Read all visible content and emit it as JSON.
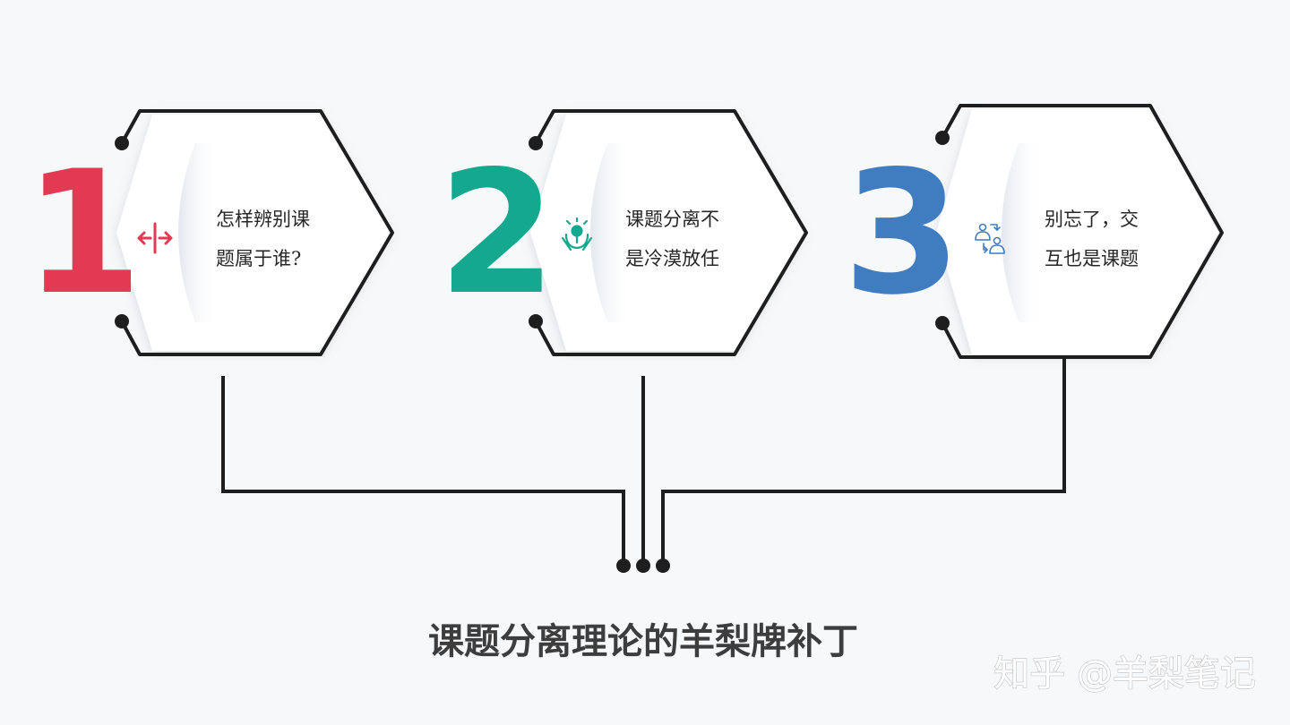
{
  "colors": {
    "background": "#f7f8fa",
    "line": "#1e1e1e",
    "step1": "#e23a52",
    "step2": "#14a88e",
    "step3": "#3f7cc0"
  },
  "steps": [
    {
      "number": "1",
      "icon": "split-arrows-icon",
      "line1": "怎样辨别课",
      "line2": "题属于谁?"
    },
    {
      "number": "2",
      "icon": "lightbulb-hands-icon",
      "line1": "课题分离不",
      "line2": "是冷漠放任"
    },
    {
      "number": "3",
      "icon": "people-exchange-icon",
      "line1": "别忘了，交",
      "line2": "互也是课题"
    }
  ],
  "title": "课题分离理论的羊梨牌补丁",
  "watermark": "知乎 @羊梨笔记"
}
